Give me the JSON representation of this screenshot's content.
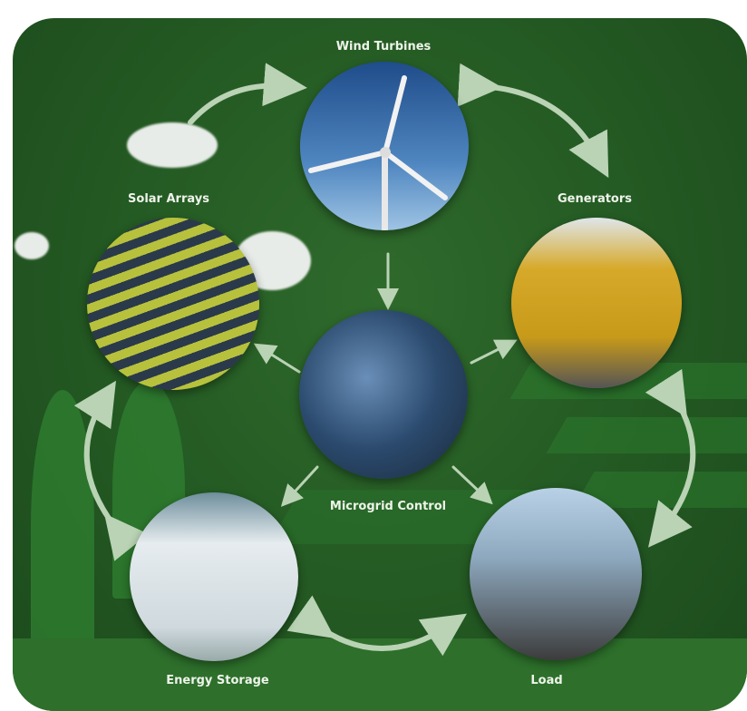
{
  "nodes": {
    "wind": {
      "label": "Wind Turbines"
    },
    "solar": {
      "label": "Solar Arrays"
    },
    "generators": {
      "label": "Generators"
    },
    "control": {
      "label": "Microgrid Control"
    },
    "storage": {
      "label": "Energy Storage"
    },
    "load": {
      "label": "Load"
    }
  },
  "colors": {
    "background": "#245a23",
    "arrow": "#b9d3b4",
    "label": "#eef4ea"
  }
}
